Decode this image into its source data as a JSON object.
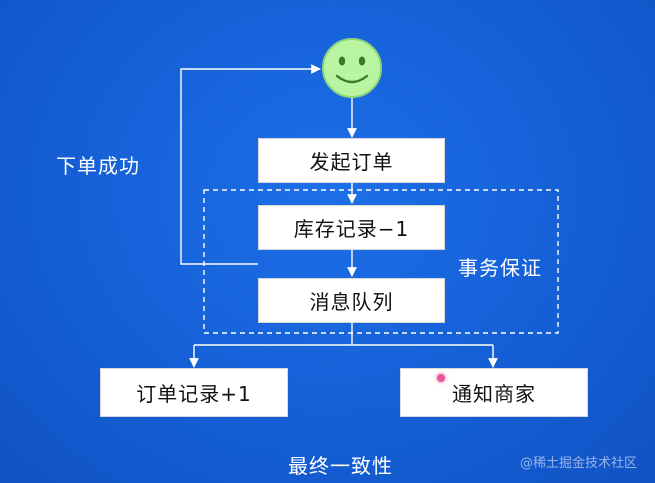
{
  "nodes": {
    "start_order": "发起订单",
    "inventory_record": "库存记录−1",
    "message_queue": "消息队列",
    "order_record": "订单记录+1",
    "notify_merchant": "通知商家"
  },
  "labels": {
    "order_success": "下单成功",
    "transaction_guarantee": "事务保证",
    "eventual_consistency": "最终一致性"
  },
  "watermark": "@稀土掘金技术社区",
  "colors": {
    "background": "#1560d4",
    "box_fill": "#ffffff",
    "line": "#ffffff",
    "smiley_fill": "#b9f5a0"
  },
  "icons": {
    "start": "smiley-face-icon"
  }
}
